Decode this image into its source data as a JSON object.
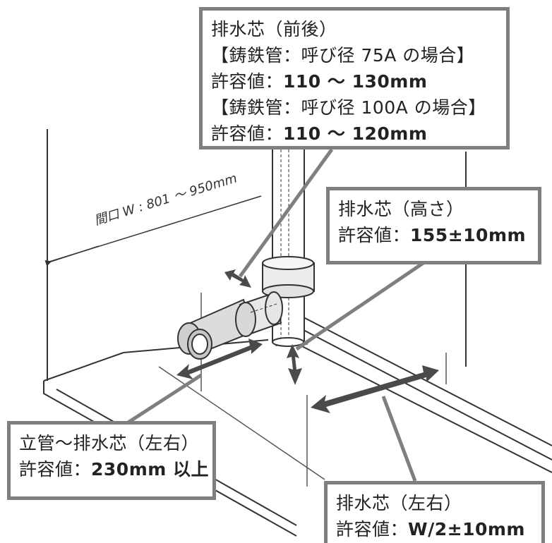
{
  "dimension_label": "間口 W : 801 ～ 950mm",
  "callouts": {
    "front_back": {
      "title": "排水芯（前後）",
      "case1": "【鋳鉄管：呼び径 75A の場合】",
      "case1_label": "許容値：",
      "case1_value": "110 ～ 130mm",
      "case2": "【鋳鉄管：呼び径 100A の場合】",
      "case2_label": "許容値：",
      "case2_value": "110 ～ 120mm"
    },
    "height": {
      "title": "排水芯（高さ）",
      "label": "許容値：",
      "value": "155±10mm"
    },
    "riser": {
      "title": "立管～排水芯（左右）",
      "label": "許容値：",
      "value": "230mm 以上"
    },
    "left_right": {
      "title": "排水芯（左右）",
      "label": "許容値：",
      "value": "W/2±10mm"
    }
  },
  "colors": {
    "box_border": "#7f7f7f",
    "arrow": "#4a4a4a",
    "line": "#333333",
    "pipe": "#e0e0e0"
  }
}
